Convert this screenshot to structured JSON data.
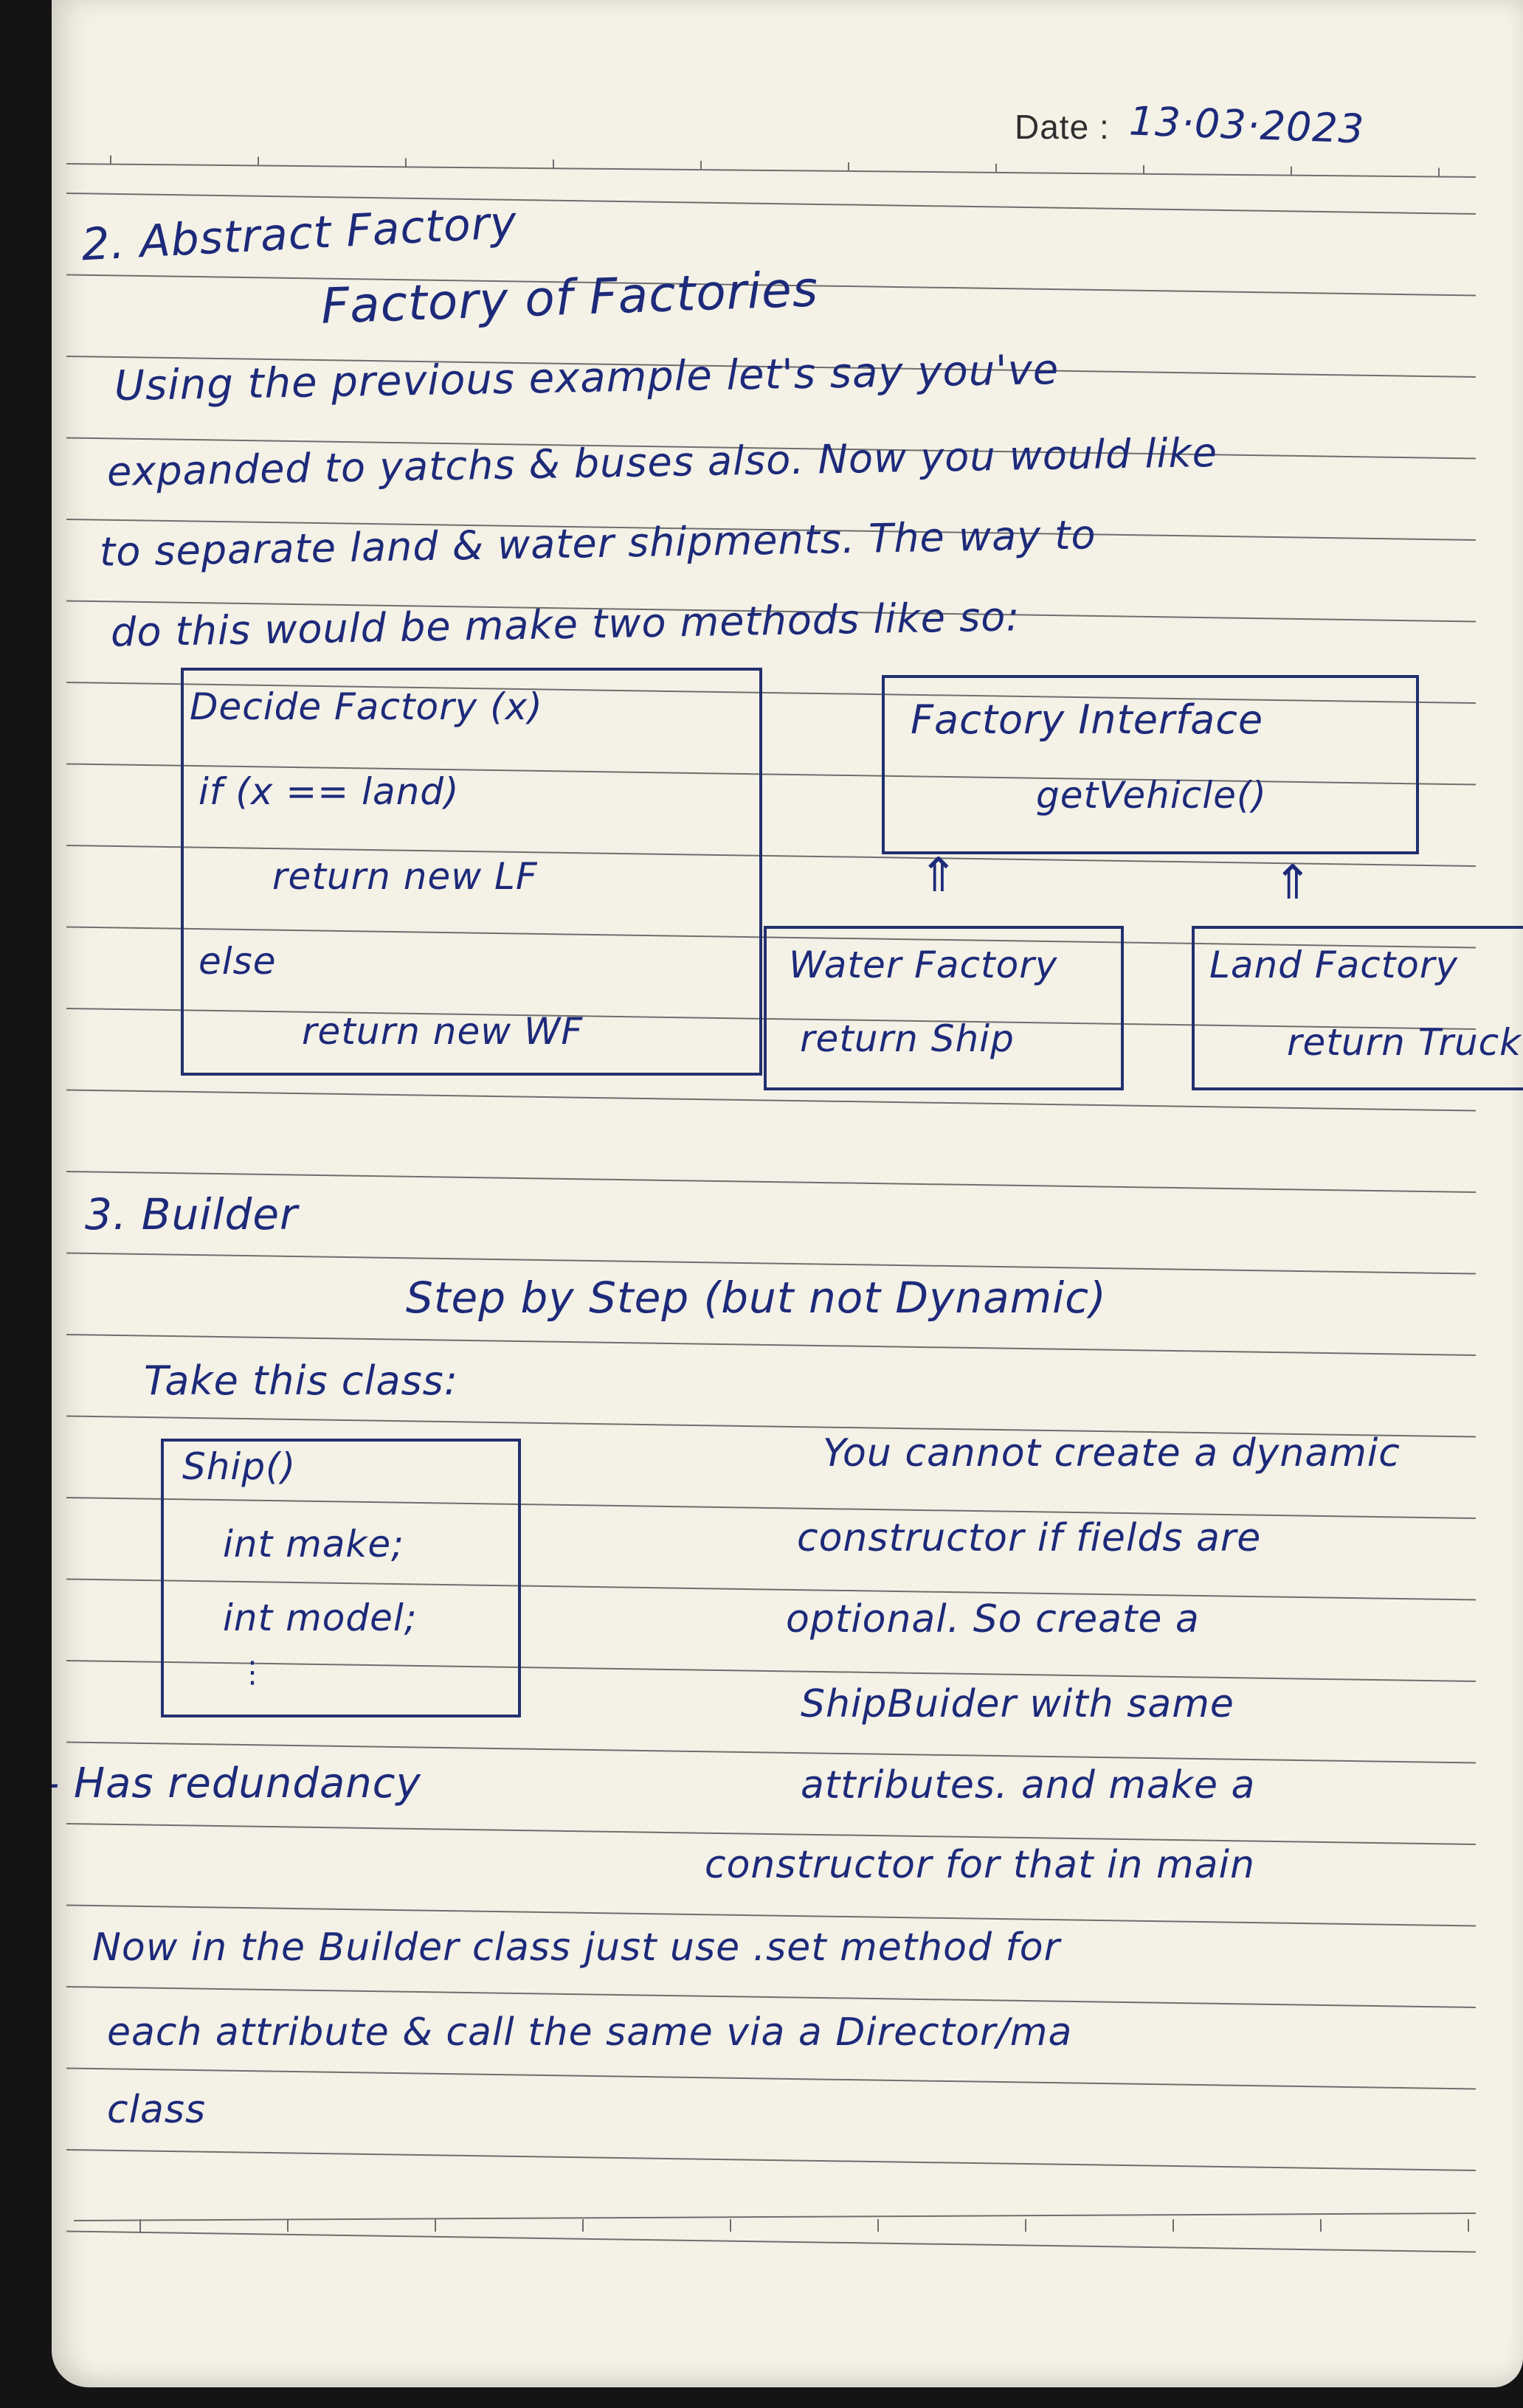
{
  "header": {
    "date_label": "Date :",
    "date_value": "13·03·2023"
  },
  "section2": {
    "heading": "2. Abstract Factory",
    "subheading": "Factory of Factories",
    "paragraph_lines": [
      "Using the previous example let's say you've",
      "expanded to yatchs & buses also. Now you would like",
      "to separate land & water shipments. The way to",
      "do this would be make two methods like so:"
    ],
    "decide_box": {
      "title": "Decide Factory (x)",
      "lines": [
        "if (x == land)",
        "return new LF",
        "else",
        "return new WF"
      ]
    },
    "interface_box": {
      "title": "Factory Interface",
      "method": "getVehicle()"
    },
    "arrow_glyph": "⇑",
    "water_box": {
      "title": "Water Factory",
      "ret": "return Ship"
    },
    "land_box": {
      "title": "Land Factory",
      "ret": "return Truck"
    }
  },
  "section3": {
    "heading": "3. Builder",
    "subheading": "Step by Step (but not Dynamic)",
    "intro": "Take this class:",
    "class_box": {
      "title": "Ship()",
      "lines": [
        "int make;",
        "int model;",
        "⋮"
      ]
    },
    "side_note_lines": [
      "You cannot create a dynamic",
      "constructor if fields are",
      "optional. So create a",
      "ShipBuider with same",
      "attributes. and make a",
      "constructor for that in main"
    ],
    "bullet": "- Has redundancy",
    "closing_lines": [
      "Now in the Builder class just use .set method for",
      "each attribute & call the same via a Director/ma",
      "class"
    ]
  }
}
